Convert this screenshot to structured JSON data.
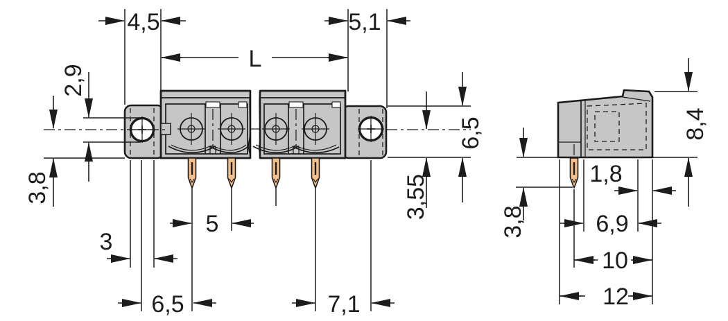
{
  "drawing": {
    "title": "connector-header-dimension-drawing",
    "views": [
      "front-view",
      "side-view"
    ],
    "units_style": "metric-comma-decimal"
  },
  "dimensions": {
    "flange_left_offset": "4,5",
    "pin_row_length": "L",
    "flange_right_offset": "5,1",
    "hole_height": "2,9",
    "hole_center_to_board": "3,8",
    "hole_width": "3",
    "pin_pitch": "5",
    "hole_to_first_pin": "6,5",
    "last_pin_to_hole": "7,1",
    "center_to_board_right": "3,55",
    "flange_top_to_board": "6,5",
    "housing_height": "8,4",
    "rear_wall_thickness": "1,8",
    "pin_protrusion": "3,8",
    "inner_depth": "6,9",
    "housing_depth": "10",
    "total_depth": "12"
  },
  "colors": {
    "housing_gray": "#c5c6c5",
    "pin_copper": "#f4bf8b",
    "line": "#1c1c1c",
    "background": "#ffffff"
  }
}
